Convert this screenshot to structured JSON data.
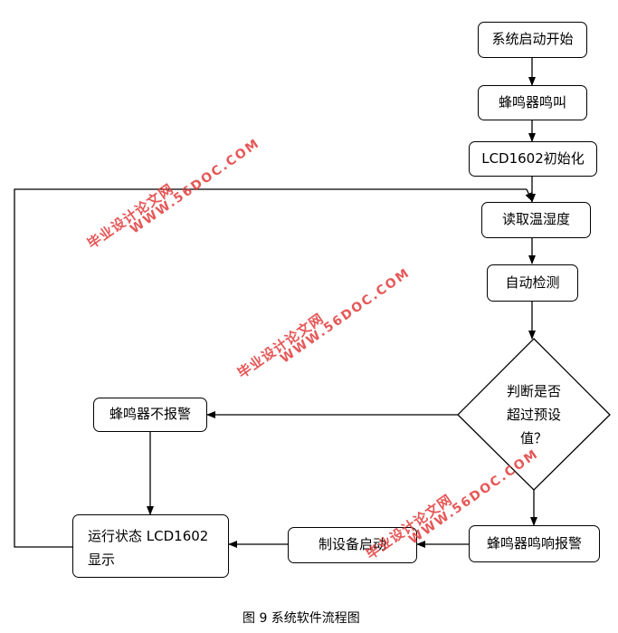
{
  "nodes": {
    "start": "系统启动开始",
    "buzzer_beep": "蜂鸣器鸣叫",
    "lcd_init": "LCD1602初始化",
    "read_temp": "读取温湿度",
    "auto_detect": "自动检测",
    "decision_line1": "判断是否",
    "decision_line2": "超过预设",
    "decision_line3": "值？",
    "no_alarm": "蜂鸣器不报警",
    "alarm": "蜂鸣器鸣响报警",
    "device_start": "制设备启动",
    "status_line1": "运行状态 LCD1602",
    "status_line2": "显示"
  },
  "watermark": {
    "cn": "毕业设计论文网",
    "en": "WWW.56DOC.COM"
  },
  "caption": "图 9 系统软件流程图"
}
